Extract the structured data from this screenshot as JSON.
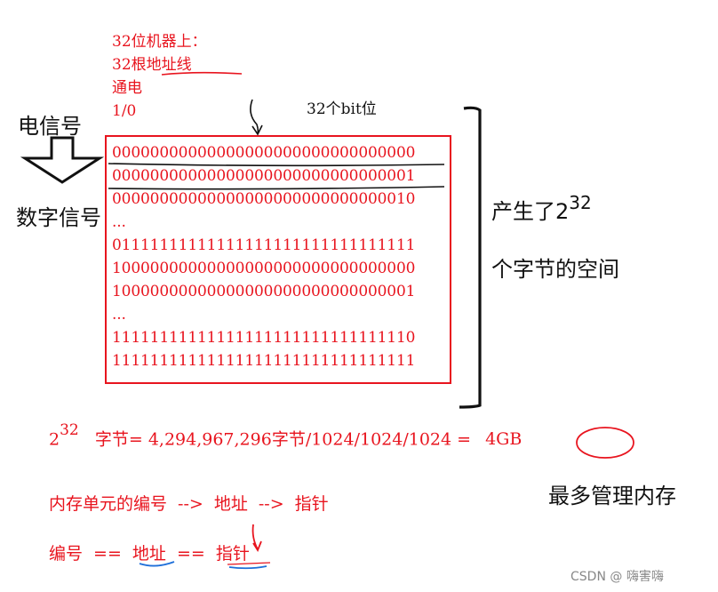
{
  "note": {
    "lines": [
      "32位机器上：",
      "32根地址线",
      "通电",
      "1/0"
    ]
  },
  "bit_label": "32个bit位",
  "electric_signal": "电信号",
  "digital_signal": "数字信号",
  "bit_rows": [
    "00000000000000000000000000000000",
    "00000000000000000000000000000001",
    "00000000000000000000000000000010",
    "...",
    "01111111111111111111111111111111",
    "10000000000000000000000000000000",
    "10000000000000000000000000000001",
    "...",
    "11111111111111111111111111111110",
    "11111111111111111111111111111111"
  ],
  "result": {
    "line1_prefix": "产生了2",
    "line1_exp": "32",
    "line2": "个字节的空间"
  },
  "formula": {
    "base": "2",
    "exp": "32",
    "text": "字节=  4,294,967,296字节/1024/1024/1024 =",
    "answer": "4GB"
  },
  "max_label": "最多管理内存",
  "chain": "内存单元的编号 --> 地址   -->  指针",
  "equation": "编号 == 地址 == 指针",
  "watermark": "CSDN @ 嗨害嗨",
  "colors": {
    "ink_red": "#e8141e",
    "ink_black": "#111111",
    "ink_blue": "#1e6fd9"
  }
}
